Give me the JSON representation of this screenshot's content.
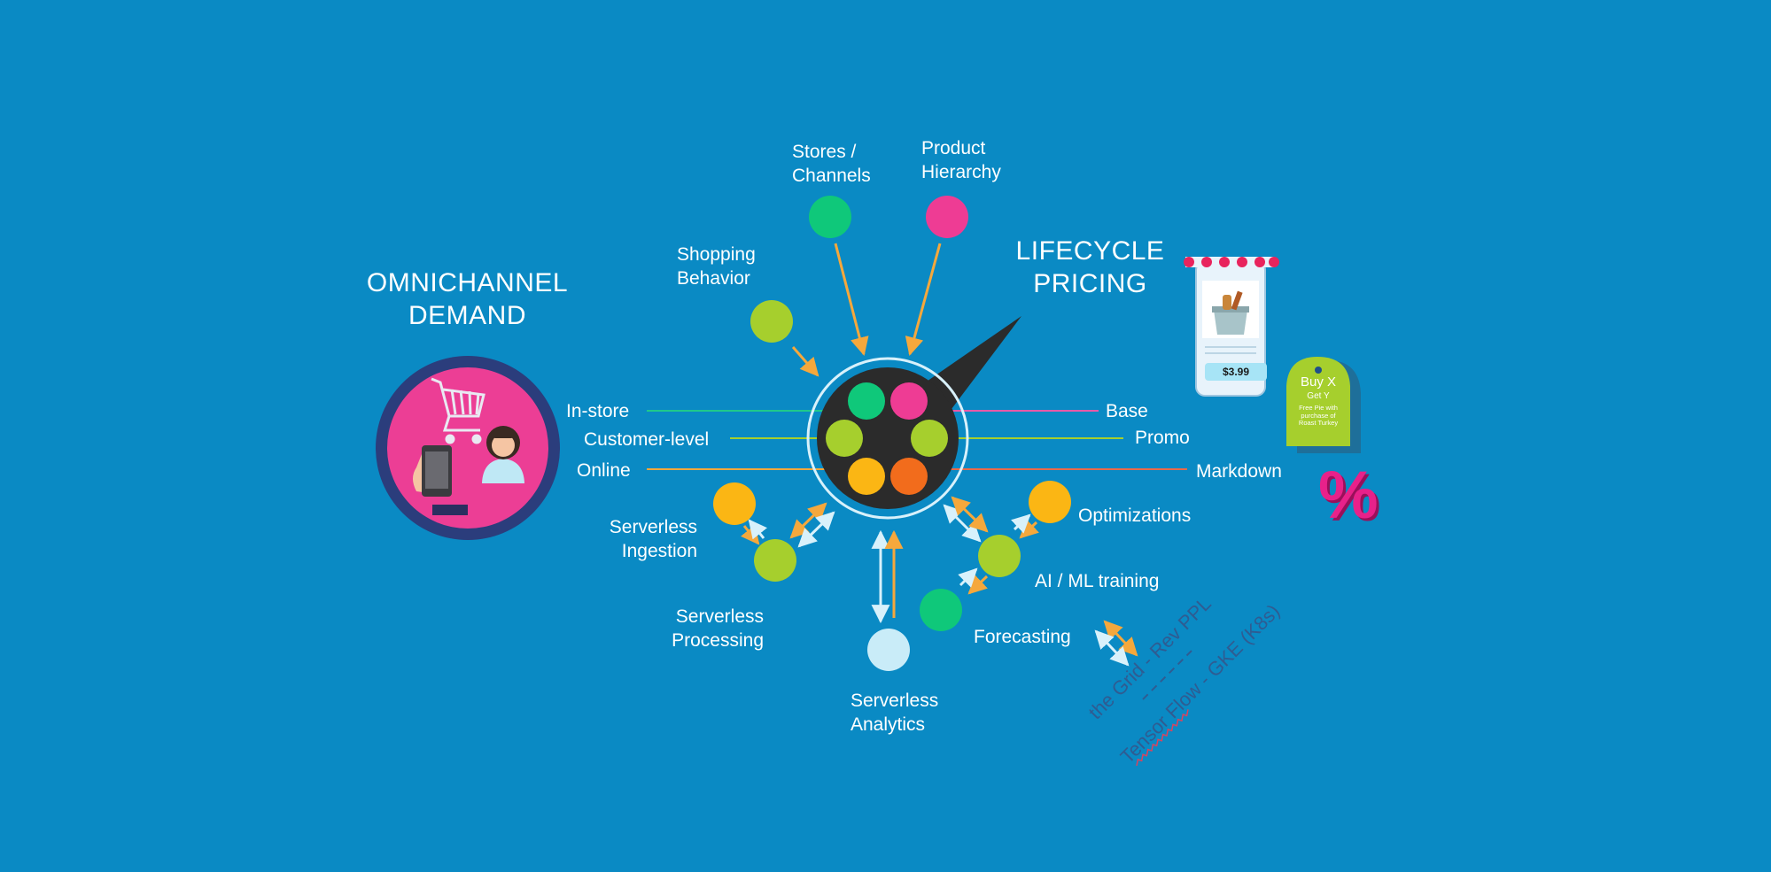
{
  "titles": {
    "omnichannel": "OMNICHANNEL\nDEMAND",
    "lifecycle": "LIFECYCLE\nPRICING"
  },
  "top_labels": {
    "stores_channels": "Stores /\nChannels",
    "product_hierarchy": "Product\nHierarchy",
    "shopping_behavior": "Shopping\nBehavior"
  },
  "left_labels": {
    "in_store": "In-store",
    "customer_level": "Customer-level",
    "online": "Online"
  },
  "right_labels": {
    "base": "Base",
    "promo": "Promo",
    "markdown": "Markdown"
  },
  "bottom_labels": {
    "serverless_ingestion": "Serverless\nIngestion",
    "serverless_processing": "Serverless\nProcessing",
    "serverless_analytics": "Serverless\nAnalytics",
    "optimizations": "Optimizations",
    "ai_ml_training": "AI / ML training",
    "forecasting": "Forecasting"
  },
  "annotations": {
    "the_grid": "the Grid - Rev PPL",
    "tensor_flow": "Tensor Flow - GKE (K8s)"
  },
  "price_tag": "$3.99",
  "promo_tag": {
    "title": "Buy X",
    "subtitle": "Get Y",
    "small": "Free Pie with\npurchase of\nRoast Turkey"
  },
  "percent_symbol": "%",
  "colors": {
    "background": "#0a8ac4",
    "green": "#0fc87a",
    "pink": "#ee3c94",
    "lime": "#a6cf2d",
    "amber": "#fbb614",
    "orange": "#f26c1c",
    "pale_blue": "#c9ecf8",
    "arrow_orange": "#f5a83c",
    "arrow_light": "#d8f1fb",
    "hub": "#2b2b2b",
    "omni_ring": "#2b3d7c",
    "omni_fill": "#ec3e95"
  }
}
